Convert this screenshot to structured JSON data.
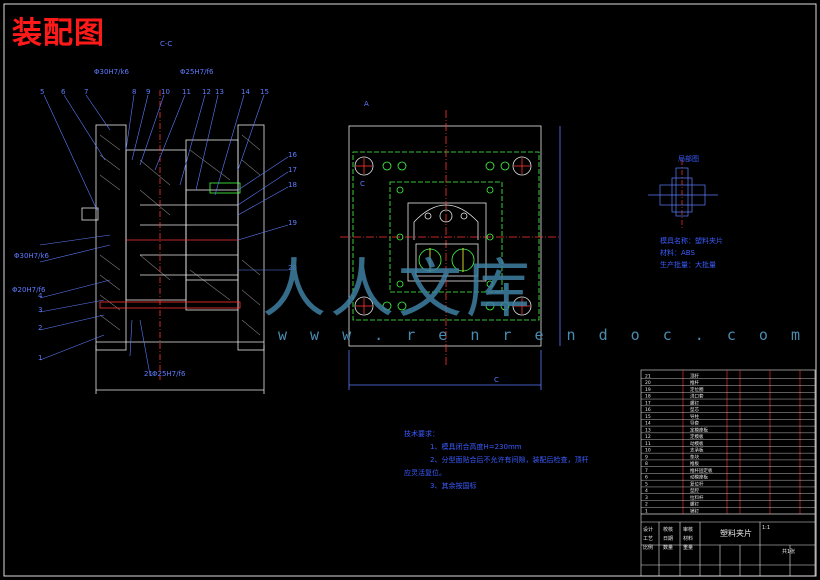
{
  "drawing": {
    "title": "装配图",
    "section_tag": "C-C",
    "part_numbers": [
      "5",
      "6",
      "7",
      "8",
      "9",
      "10",
      "11",
      "12",
      "13",
      "14",
      "15",
      "16",
      "17",
      "18",
      "19",
      "20",
      "1",
      "2",
      "3",
      "4",
      "21"
    ],
    "fits": [
      "Φ30H7/k6",
      "Φ25H7/f6",
      "Φ30H7/k6",
      "Φ20H7/f6",
      "Φ25H7/f6"
    ],
    "plan_view_marks": [
      "A",
      "C",
      "C"
    ],
    "watermark": {
      "logo_text": "人人文库",
      "url": "w w w . r e n r e n d o c . c o m"
    },
    "detail_note": {
      "title": "局部图",
      "lines": [
        "模具名称：塑料夹片",
        "材料：ABS",
        "生产批量：大批量"
      ]
    },
    "tech_requirements": {
      "heading": "技术要求：",
      "items": [
        "1、模具闭合高度H=230mm",
        "2、分型面贴合后不允许有间隙，装配后检查，顶杆",
        "应灵活复位。",
        "3、其余按国标"
      ]
    },
    "title_block": {
      "part_name": "塑料夹片",
      "scale": "1:1",
      "sheet": "共1张",
      "rows": [
        "顶杆",
        "推杆",
        "定位圈",
        "浇口套",
        "螺钉",
        "型芯",
        "导柱",
        "导套",
        "定模座板",
        "定模板",
        "动模板",
        "支承板",
        "垫块",
        "推板",
        "推杆固定板",
        "动模座板",
        "复位杆",
        "型腔",
        "拉料杆",
        "螺钉",
        "销钉"
      ],
      "labels": [
        "设计",
        "校核",
        "审核",
        "工艺",
        "日期",
        "材料",
        "比例",
        "数量",
        "重量"
      ]
    }
  }
}
